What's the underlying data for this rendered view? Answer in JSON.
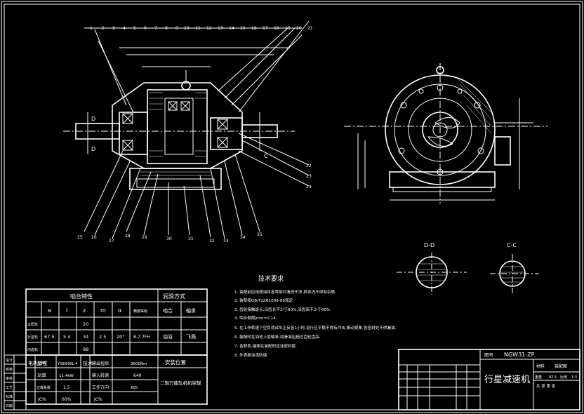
{
  "mesh_table": {
    "title": "啮合特性",
    "lubrication_title": "润滑方式",
    "col_headers": [
      "a",
      "i",
      "z",
      "m",
      "α",
      "精度等级",
      "啮合",
      "轴承"
    ],
    "rows": [
      {
        "label": "太阳轮",
        "z": "20"
      },
      {
        "label": "行星轮",
        "a": "67.5",
        "i": "5.4",
        "z": "34",
        "m": "2.5",
        "alpha": "20°",
        "grade": "8-7-7FH",
        "mesh": "油浴",
        "bearing": "飞溅"
      },
      {
        "label": "内齿轮",
        "z": "88"
      }
    ]
  },
  "motor_table": {
    "left_label": "电机特性",
    "rows": [
      {
        "k": "型号",
        "v": "Y56W90L-4"
      },
      {
        "k": "功率",
        "v": "11.4kW"
      },
      {
        "k": "过载系数",
        "v": "1.5"
      },
      {
        "k": "JC%",
        "v": "60%"
      }
    ],
    "tech_label": "技术",
    "tech_rows": [
      {
        "k": "输出扭矩",
        "v": "3600Nm"
      },
      {
        "k": "输入转速",
        "v": "640"
      },
      {
        "k": "工作方向",
        "v": "双向"
      },
      {
        "k": "JC%",
        "v": ""
      }
    ],
    "install_title": "安装位置",
    "install_text": "二辊万能轧机机架辊"
  },
  "notes": {
    "title": "技术要求",
    "items": [
      "1. 装配前应用煤油将各零部件清洗干净,机体内不得有杂质.",
      "2. 装配按GB/T2ZB1009-88规定.",
      "3. 齿轮接触斑点,沿齿长不少于80%,沿齿高不少于60%",
      "4. 啮合侧隙jmin=0.14.",
      "5. 在工作转速下空负荷试车正反各1小时,运行应平稳不得有冲击,振动现象,各密封处不得漏油.",
      "6. 装配时在油池上层轴承,润滑油应超过齿轮齿高.",
      "7. 各联系,端面在装配时应涂密封胶.",
      "8. 外表面涂漆防锈."
    ]
  },
  "title_block": {
    "drawing_no_label": "图号",
    "drawing_no": "NGW31-ZP",
    "name": "行星减速机",
    "material_label": "材料",
    "material": "装配图",
    "weight_label": "重量",
    "weight": "92.5",
    "scale_label": "比例",
    "scale": "1:3",
    "sheet": "共 张 第 张"
  },
  "section_labels": {
    "dd": "D-D",
    "cc": "C-C",
    "d": "D",
    "c": "C"
  },
  "side_labels": [
    "设计",
    "校核",
    "审核",
    "工艺",
    "标准",
    "日期"
  ]
}
